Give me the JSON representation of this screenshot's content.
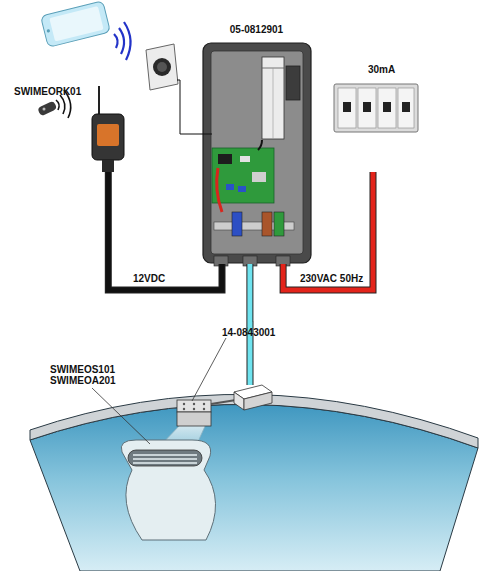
{
  "diagram": {
    "nodes": [
      {
        "text": [
          "05-0812901"
        ]
      },
      {
        "text": [
          "30mA"
        ]
      },
      {
        "text": [
          "SWIMEORK01"
        ]
      },
      {
        "text": [
          "14-0843001"
        ]
      },
      {
        "text": [
          "SWIMEOS101",
          "SWIMEOA201"
        ]
      }
    ],
    "edges": [
      {
        "from": 2,
        "to": 0,
        "arrow": "none",
        "label": "12VDC"
      },
      {
        "from": 1,
        "to": 0,
        "arrow": "none",
        "label": "230VAC 50Hz"
      },
      {
        "from": 0,
        "to": 3,
        "arrow": "none"
      }
    ]
  }
}
